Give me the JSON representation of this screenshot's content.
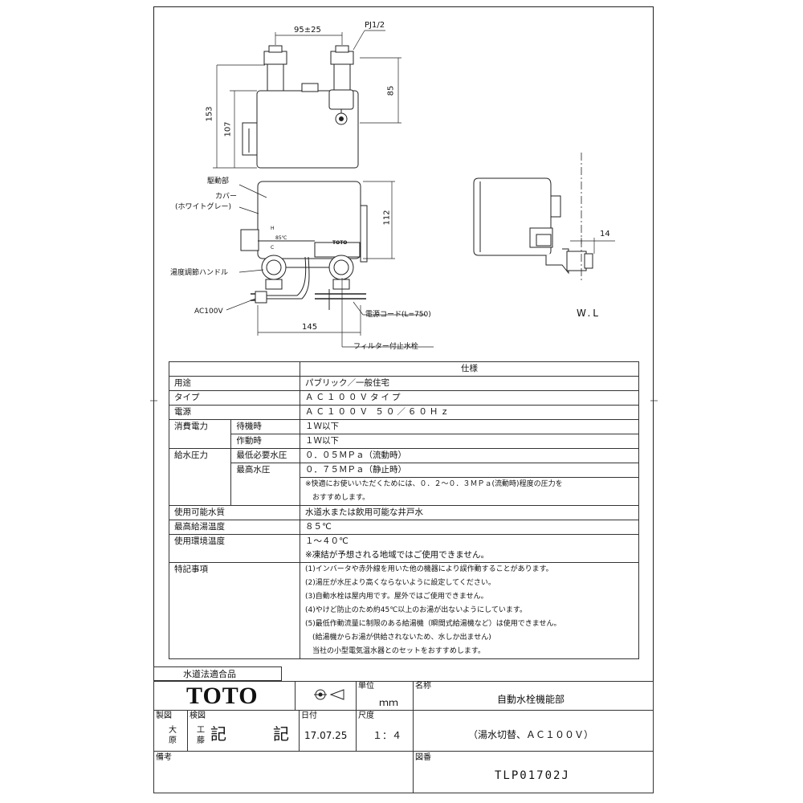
{
  "drawing": {
    "dim_width_top": "95±25",
    "pipe_thread": "PJ1/2",
    "dim_85": "85",
    "dim_153": "153",
    "dim_107": "107",
    "dim_112": "112",
    "dim_145": "145",
    "dim_14": "14",
    "wl": "W.L",
    "label_drive": "駆動部",
    "label_cover": "カバー",
    "label_cover_color": "(ホワイトグレー)",
    "label_handle": "湯度調節ハンドル",
    "label_ac": "AC100V",
    "label_cord": "電源コード(L=750)",
    "label_filter": "フィルター付止水栓",
    "cover_mark_h": "H",
    "cover_mark_temp": "85℃",
    "cover_mark_c": "C",
    "cover_logo": "TOTO"
  },
  "spec": {
    "header": "仕様",
    "rows": [
      {
        "label": "用途",
        "sub": "",
        "value": "パブリック／一般住宅"
      },
      {
        "label": "タイプ",
        "sub": "",
        "value": "ＡＣ１００Ｖタイプ"
      },
      {
        "label": "電源",
        "sub": "",
        "value": "ＡＣ１００Ｖ ５０／６０Ｈｚ"
      },
      {
        "label": "消費電力",
        "sub": "待機時",
        "value": "１Ｗ以下"
      },
      {
        "label": "",
        "sub": "作動時",
        "value": "１Ｗ以下"
      },
      {
        "label": "給水圧力",
        "sub": "最低必要水圧",
        "value": "０．０５ＭＰａ（流動時）"
      },
      {
        "label": "",
        "sub": "最高水圧",
        "value": "０．７５ＭＰａ（静止時）"
      },
      {
        "label": "",
        "sub": "",
        "value": "※快適にお使いいただくためには、０．２～０．３ＭＰａ(流動時)程度の圧力を"
      },
      {
        "label": "",
        "sub": "",
        "value": "　おすすめします。"
      },
      {
        "label": "使用可能水質",
        "sub": "",
        "value": "水道水または飲用可能な井戸水"
      },
      {
        "label": "最高給湯温度",
        "sub": "",
        "value": "８５℃"
      },
      {
        "label": "使用環境温度",
        "sub": "",
        "value": "１～４０℃"
      },
      {
        "label": "",
        "sub": "",
        "value": "※凍結が予想される地域ではご使用できません。"
      },
      {
        "label": "特記事項",
        "sub": "",
        "value": "(1)インバータや赤外線を用いた他の機器により誤作動することがあります。"
      },
      {
        "label": "",
        "sub": "",
        "value": "(2)湯圧が水圧より高くならないように設定してください。"
      },
      {
        "label": "",
        "sub": "",
        "value": "(3)自動水栓は屋内用です。屋外ではご使用できません。"
      },
      {
        "label": "",
        "sub": "",
        "value": "(4)やけど防止のため約45℃以上のお湯が出ないようにしています。"
      },
      {
        "label": "",
        "sub": "",
        "value": "(5)最低作動流量に制限のある給湯機（瞬間式給湯機など）は使用できません。"
      },
      {
        "label": "",
        "sub": "",
        "value": "　(給湯機からお湯が供給されないため、水しか出ません)"
      },
      {
        "label": "",
        "sub": "",
        "value": "　当社の小型電気温水器とのセットをおすすめします。"
      }
    ]
  },
  "titleblock": {
    "compliance": "水道法適合品",
    "logo": "TOTO",
    "unit_label": "単位",
    "unit_value": "ｍｍ",
    "name_label": "名称",
    "name_value": "自動水栓機能部",
    "made_label": "製図",
    "made_value_1": "大",
    "made_value_2": "原",
    "check_label": "検図",
    "check_value_1": "工",
    "check_value_2": "藤",
    "check_stamp": "記",
    "check_stamp2": "記",
    "date_label": "日付",
    "date_value": "17.07.25",
    "scale_label": "尺度",
    "scale_value": "１：４",
    "subname_value": "（湯水切替、ＡＣ１００Ｖ）",
    "remarks_label": "備考",
    "drawing_no_label": "図番",
    "drawing_no_value": "TLP01702J"
  }
}
